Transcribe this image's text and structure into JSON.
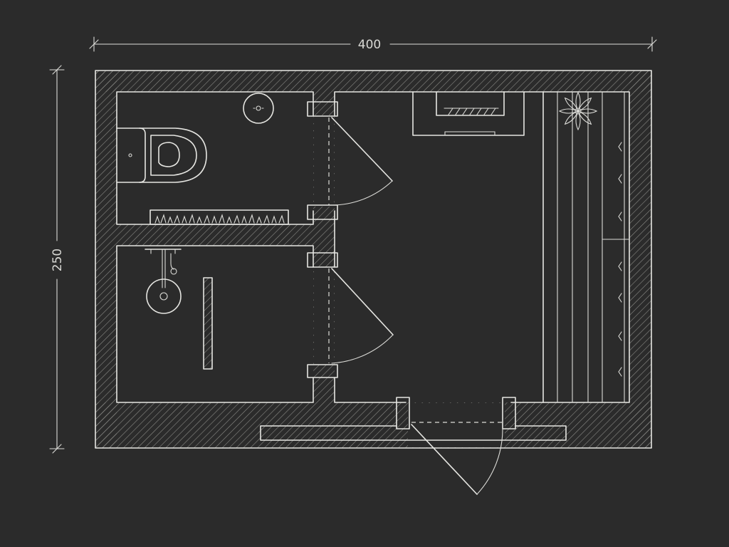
{
  "dimensions": {
    "width_label": "400",
    "height_label": "250"
  },
  "colors": {
    "background": "#2b2b2b",
    "line": "#e6e6e2",
    "hatch": "#8a8a86"
  },
  "rooms": [
    {
      "name": "wc",
      "fixtures": [
        "toilet-icon",
        "floor-drain-icon",
        "planter-icon"
      ]
    },
    {
      "name": "shower",
      "fixtures": [
        "shower-head-icon",
        "shower-faucet-icon",
        "shower-drain-bar-icon"
      ]
    },
    {
      "name": "main-room",
      "fixtures": [
        "bench-icon",
        "plant-icon",
        "slatted-shelf-icon"
      ]
    }
  ]
}
